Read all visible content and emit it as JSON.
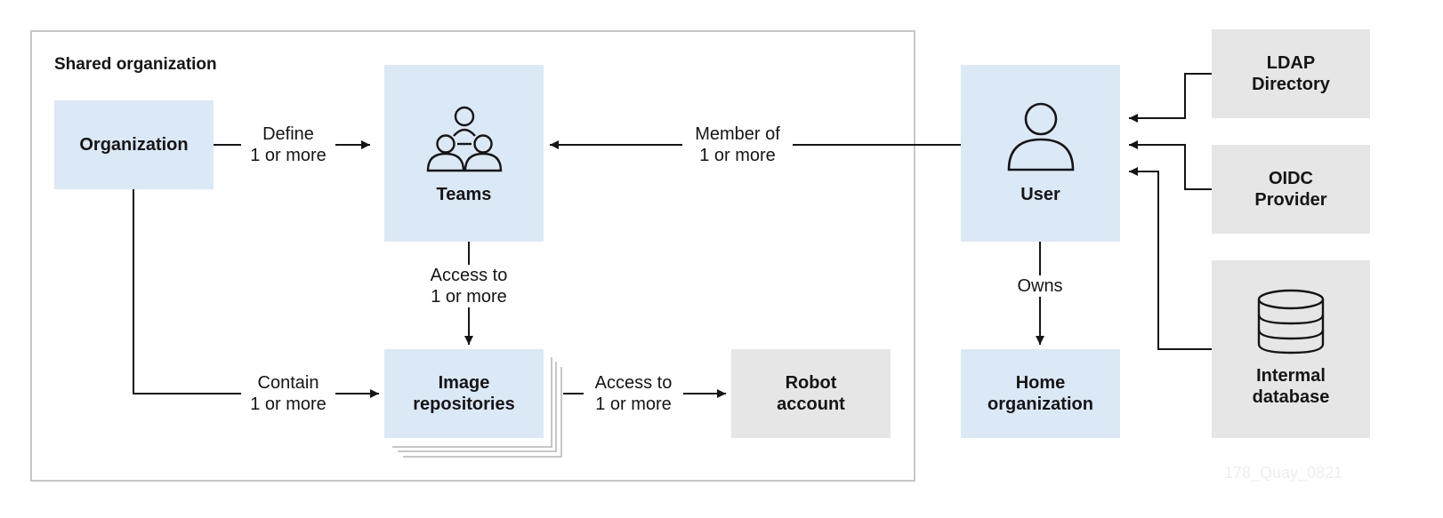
{
  "shared_org_title": "Shared organization",
  "boxes": {
    "organization": "Organization",
    "teams": "Teams",
    "image_repositories": "Image\nrepositories",
    "robot_account": "Robot\naccount",
    "user": "User",
    "home_organization": "Home\norganization",
    "ldap": "LDAP\nDirectory",
    "oidc": "OIDC\nProvider",
    "internal_db": "Intermal\ndatabase"
  },
  "edges": {
    "define": "Define\n1 or more",
    "member_of": "Member of\n1 or more",
    "access_teams": "Access to\n1 or more",
    "contain": "Contain\n1 or more",
    "access_robot": "Access to\n1 or more",
    "owns": "Owns"
  },
  "watermark": "178_Quay_0821",
  "colors": {
    "box_blue": "#dbe8f6",
    "box_gray": "#e6e6e6",
    "line": "#151515",
    "frame": "#c7c7c7"
  }
}
